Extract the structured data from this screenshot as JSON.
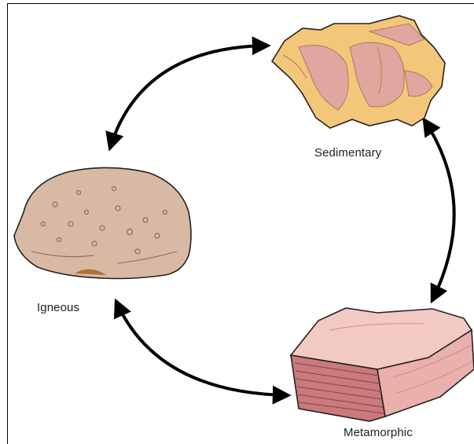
{
  "diagram": {
    "labels": {
      "sedimentary": "Sedimentary",
      "igneous": "Igneous",
      "metamorphic": "Metamorphic"
    },
    "colors": {
      "arrow": "#000000",
      "sedimentary_fill": "#f2c77a",
      "sedimentary_inner": "#e0a6a0",
      "igneous_fill": "#d8b9a4",
      "metamorphic_light": "#f3c9c4",
      "metamorphic_dark": "#c97a7c"
    }
  }
}
